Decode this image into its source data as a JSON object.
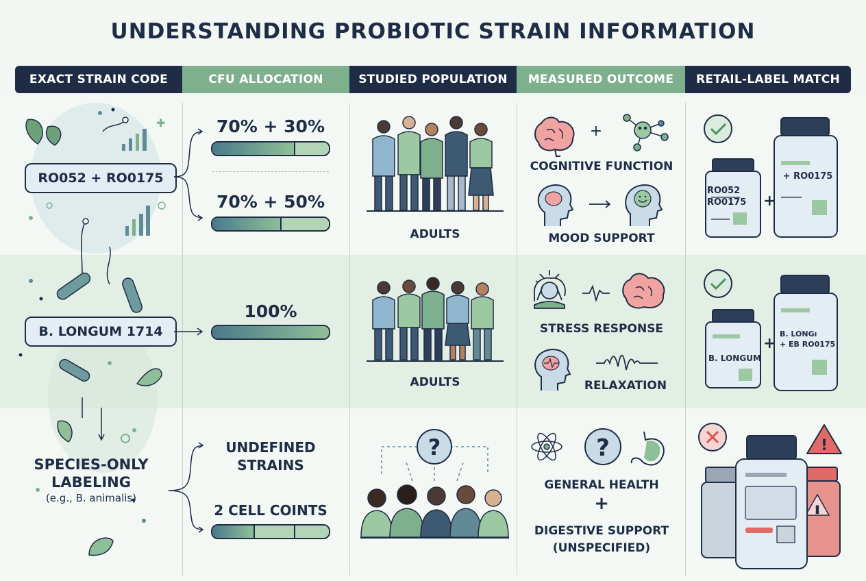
{
  "title": "UNDERSTANDING PROBIOTIC STRAIN INFORMATION",
  "headers": [
    "EXACT STRAIN CODE",
    "CFU ALLOCATION",
    "STUDIED POPULATION",
    "MEASURED OUTCOME",
    "RETAIL-LABEL MATCH"
  ],
  "rows": [
    {
      "strain": "RO052 + RO0175",
      "allocations": [
        {
          "label": "70% + 30%",
          "parts": [
            70,
            30
          ]
        },
        {
          "label": "70% + 50%",
          "parts": [
            70,
            50
          ]
        }
      ],
      "population": "ADULTS",
      "outcomes": [
        "COGNITIVE FUNCTION",
        "MOOD SUPPORT"
      ],
      "retail": {
        "status": "match",
        "bottle1": [
          "RO052",
          "RO0175"
        ],
        "bottle2": [
          "+ RO0175"
        ]
      }
    },
    {
      "strain": "B. LONGUM 1714",
      "allocations": [
        {
          "label": "100%",
          "parts": [
            100
          ]
        }
      ],
      "population": "ADULTS",
      "outcomes": [
        "STRESS RESPONSE",
        "RELAXATION"
      ],
      "retail": {
        "status": "match",
        "bottle1": [
          "B. LONGUM"
        ],
        "bottle2": [
          "B. LONGı",
          "+ EB RO0175"
        ]
      }
    },
    {
      "strain_lines": [
        "SPECIES-ONLY",
        "LABELING"
      ],
      "strain_example": "(e.g., B. animalis)",
      "allocations": [
        {
          "label": "UNDEFINED\nSTRAINS"
        },
        {
          "label": "2 CELL COINTS",
          "parts": [
            35,
            35,
            30
          ]
        }
      ],
      "outcomes": [
        "GENERAL HEALTH",
        "+",
        "DIGESTIVE SUPPORT",
        "(UNSPECIFIED)"
      ],
      "retail": {
        "status": "mismatch"
      }
    }
  ],
  "icons": [
    "leaf-icon",
    "bar-chart-icon",
    "bacteria-icon",
    "people-group-icon",
    "brain-icon",
    "molecule-icon",
    "head-icon",
    "smile-icon",
    "stress-icon",
    "wave-icon",
    "question-icon",
    "atom-icon",
    "stomach-icon",
    "check-icon",
    "x-icon",
    "warning-icon",
    "bottle-icon"
  ],
  "colors": {
    "navy": "#1e2c45",
    "green": "#7fb08d",
    "band": "#e3eee4",
    "check": "#4f8f5f",
    "error": "#d9534f"
  }
}
